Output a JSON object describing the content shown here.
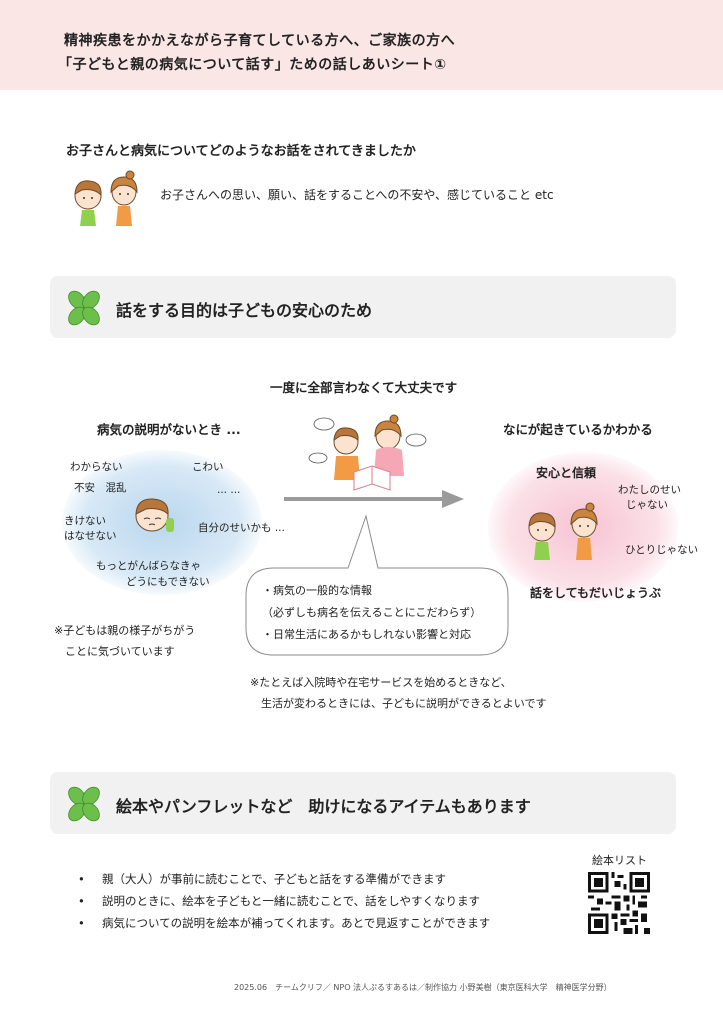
{
  "header": {
    "line1": "精神疾患をかかえながら子育てしている方へ、ご家族の方へ",
    "line2": "「子どもと親の病気について話す」ための話しあいシート①"
  },
  "question": {
    "title": "お子さんと病気についてどのようなお話をされてきましたか",
    "subtitle": "お子さんへの思い、願い、話をすることへの不安や、感じていること etc"
  },
  "section1": {
    "title": "話をする目的は子どもの安心のため"
  },
  "diagram": {
    "center_title": "一度に全部言わなくて大丈夫です",
    "left_heading": "病気の説明がないとき ...",
    "left_words": [
      "わからない",
      "こわい",
      "不安　混乱",
      "... ...",
      "きけない",
      "はなせない",
      "自分のせいかも ...",
      "もっとがんばらなきゃ",
      "どうにもできない"
    ],
    "right_heading": "なにが起きているかわかる",
    "right_trust": "安心と信頼",
    "right_words": [
      "わたしのせい",
      "じゃない",
      "ひとりじゃない"
    ],
    "right_ok": "話をしてもだいじょうぶ",
    "callout_lines": [
      "・病気の一般的な情報",
      "（必ずしも病名を伝えることにこだわらず）",
      "・日常生活にあるかもしれない影響と対応"
    ],
    "note_left": [
      "※子どもは親の様子がちがう",
      "　ことに気づいています"
    ],
    "note_bottom": [
      "※たとえば入院時や在宅サービスを始めるときなど、",
      "　生活が変わるときには、子どもに説明ができるとよいです"
    ]
  },
  "section2": {
    "title": "絵本やパンフレットなど　助けになるアイテムもあります"
  },
  "bullets": [
    "親（大人）が事前に読むことで、子どもと話をする準備ができます",
    "説明のときに、絵本を子どもと一緒に読むことで、話をしやすくなります",
    "病気についての説明を絵本が補ってくれます。あとで見返すことができます"
  ],
  "qr": {
    "label": "絵本リスト"
  },
  "footer": "2025.06　チームクリフ／ NPO 法人ぷるすあるは／制作協力 小野美樹（東京医科大学　精神医学分野）",
  "colors": {
    "header_band": "#fbe6e6",
    "section_bar": "#f1f1f1",
    "clover": "#6cbf4a",
    "blue_blob": "#b9d6ee",
    "pink_blob": "#f7c3d2",
    "arrow": "#9a9a9a"
  },
  "icons": [
    "clover-icon",
    "parent-child-illustration",
    "qr-code-icon",
    "arrow-icon"
  ]
}
